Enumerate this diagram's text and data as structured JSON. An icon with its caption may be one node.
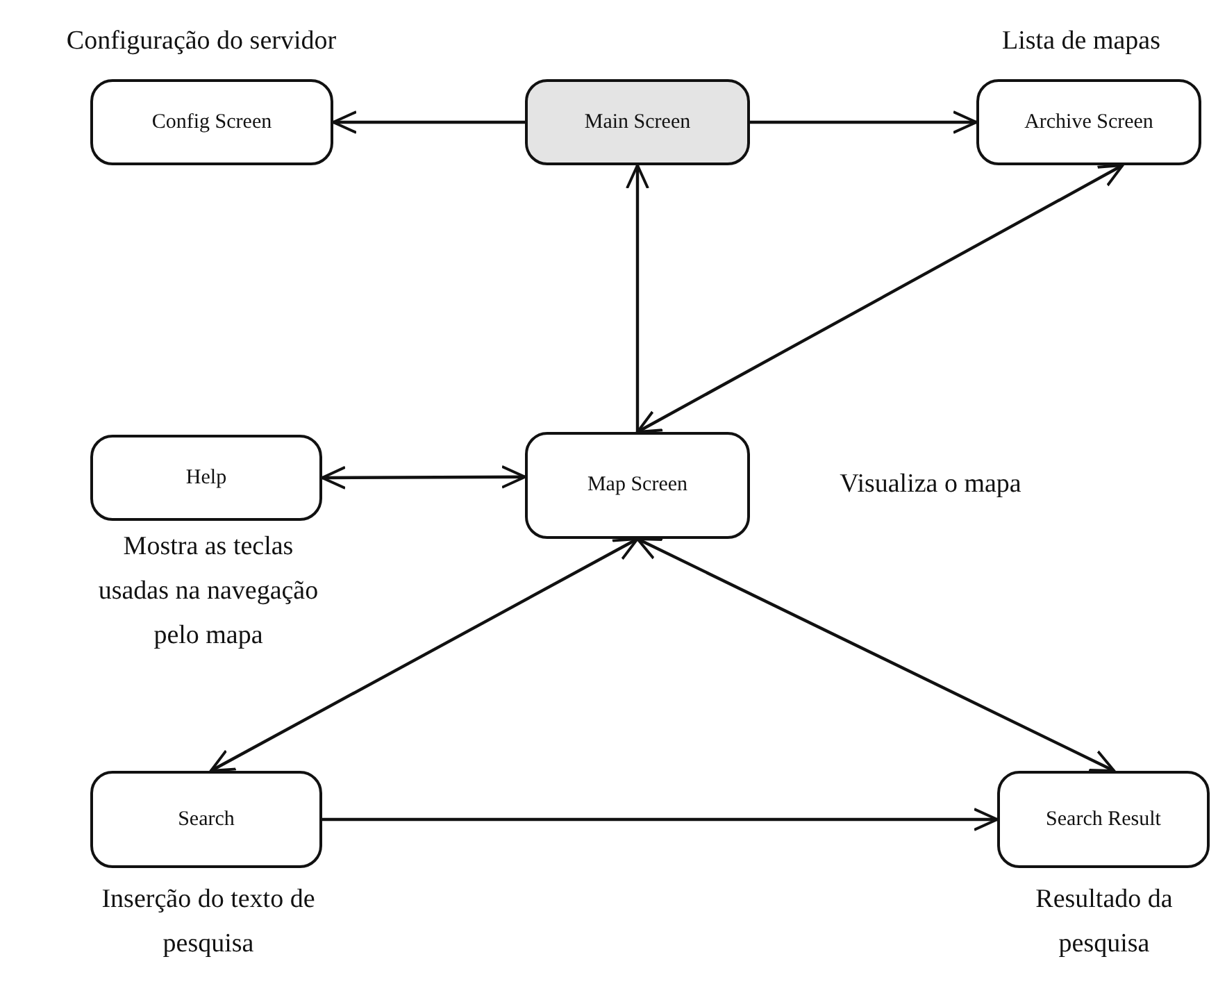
{
  "diagram": {
    "nodes": [
      {
        "text": [
          "Config Screen"
        ],
        "beside": [
          "Configuração do servidor"
        ]
      },
      {
        "text": [
          "Main Screen"
        ]
      },
      {
        "text": [
          "Archive Screen"
        ],
        "beside": [
          "Lista de mapas"
        ]
      },
      {
        "text": [
          "Help"
        ],
        "beside": [
          "Mostra as teclas usadas na navegação pelo mapa"
        ]
      },
      {
        "text": [
          "Map Screen"
        ],
        "beside": [
          "Visualiza o mapa"
        ]
      },
      {
        "text": [
          "Search"
        ],
        "beside": [
          "Inserção do texto de pesquisa"
        ]
      },
      {
        "text": [
          "Search Result"
        ],
        "beside": [
          "Resultado da pesquisa"
        ]
      }
    ],
    "edges": [
      {
        "from": 1,
        "to": 0,
        "arrow": "to"
      },
      {
        "from": 1,
        "to": 2,
        "arrow": "to"
      },
      {
        "from": 4,
        "to": 1,
        "arrow": "to"
      },
      {
        "from": 4,
        "to": 2,
        "arrow": "both"
      },
      {
        "from": 3,
        "to": 4,
        "arrow": "both"
      },
      {
        "from": 4,
        "to": 5,
        "arrow": "both"
      },
      {
        "from": 4,
        "to": 6,
        "arrow": "both"
      },
      {
        "from": 5,
        "to": 6,
        "arrow": "to"
      }
    ]
  }
}
